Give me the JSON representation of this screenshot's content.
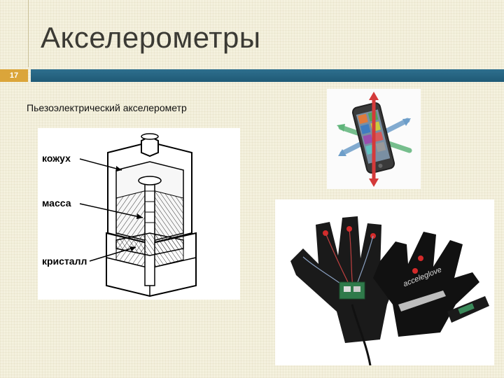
{
  "slide": {
    "title": "Акселерометры",
    "number": "17",
    "subtitle": "Пьезоэлектрический акселерометр"
  },
  "diagram": {
    "labels": [
      "кожух",
      "масса",
      "кристалл"
    ]
  },
  "glove": {
    "brand": "acceleglove"
  },
  "colors": {
    "background": "#f4f1de",
    "title_text": "#3b3a34",
    "rule": "#2e6f8e",
    "slide_number_badge": "#dba53a"
  }
}
